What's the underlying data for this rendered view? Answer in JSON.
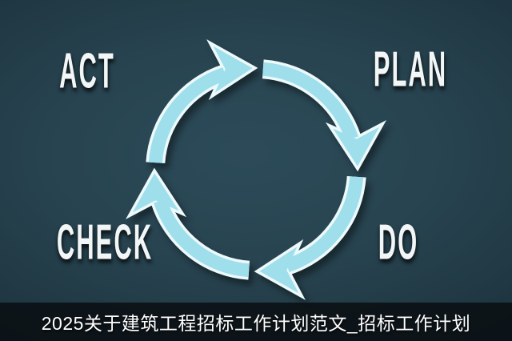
{
  "theme": {
    "bg-center": "#2c4b59",
    "bg-mid": "#27434f",
    "bg-edge": "#1e3540",
    "bg-corner": "#182a34",
    "arrow-fill": "#9fdfec",
    "arrow-outline": "#edf9fb",
    "label-color": "#f3f6f7",
    "caption-bg": "rgba(9,14,18,0.85)",
    "caption-color": "#ffffff"
  },
  "diagram": {
    "labels": {
      "act": "ACT",
      "plan": "PLAN",
      "check": "CHECK",
      "do": "DO"
    }
  },
  "caption": {
    "text": "2025关于建筑工程招标工作计划范文_招标工作计划"
  }
}
